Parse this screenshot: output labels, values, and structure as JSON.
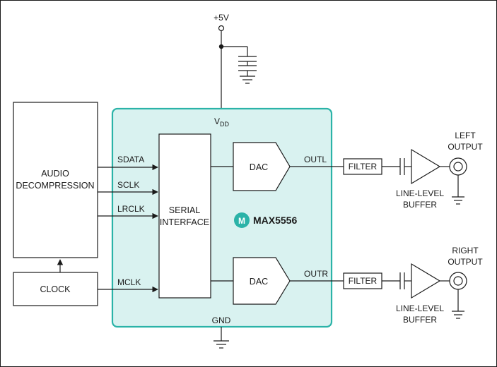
{
  "supply": {
    "label": "+5V"
  },
  "chip": {
    "vdd_main": "V",
    "vdd_sub": "DD",
    "gnd": "GND",
    "brand": "MAX5556",
    "logo_glyph": "M",
    "fill": "#d9f2f0",
    "border": "#2bb3a8"
  },
  "blocks": {
    "audio_line1": "AUDIO",
    "audio_line2": "DECOMPRESSION",
    "clock": "CLOCK",
    "serial_line1": "SERIAL",
    "serial_line2": "INTERFACE",
    "dac_top": "DAC",
    "dac_bottom": "DAC",
    "filter_top": "FILTER",
    "filter_bottom": "FILTER"
  },
  "signals": {
    "sdata": "SDATA",
    "sclk": "SCLK",
    "lrclk": "LRCLK",
    "mclk": "MCLK",
    "outl": "OUTL",
    "outr": "OUTR"
  },
  "outputs": {
    "left_line1": "LEFT",
    "left_line2": "OUTPUT",
    "right_line1": "RIGHT",
    "right_line2": "OUTPUT",
    "buffer_top_line1": "LINE-LEVEL",
    "buffer_top_line2": "BUFFER",
    "buffer_bottom_line1": "LINE-LEVEL",
    "buffer_bottom_line2": "BUFFER"
  }
}
